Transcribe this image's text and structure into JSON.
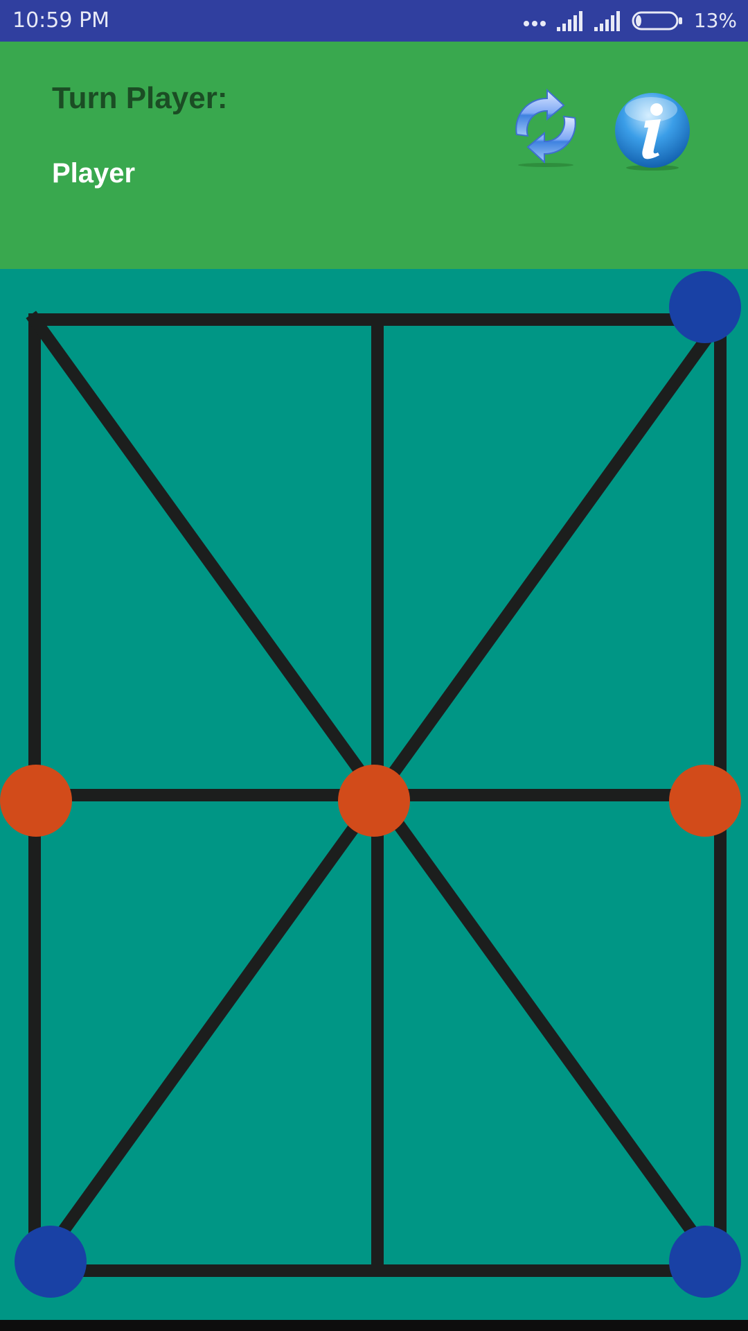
{
  "status_bar": {
    "time": "10:59 PM",
    "dots": "...",
    "battery_text": "13%",
    "battery_level": 0.13,
    "icons": [
      "signal-icon",
      "signal-icon",
      "battery-icon"
    ]
  },
  "header": {
    "turn_label": "Turn Player:",
    "turn_value": "Player",
    "refresh_icon": "refresh-icon",
    "info_icon": "info-icon"
  },
  "colors": {
    "status_bar": "#303F9F",
    "header": "#39A84E",
    "board": "#009685",
    "lines": "#1C1E1D",
    "blue_piece": "#1941A5",
    "orange_piece": "#D24B1A"
  },
  "board": {
    "columns": 3,
    "rows": 3,
    "nodes": [
      {
        "col": 0,
        "row": 0,
        "piece": "none"
      },
      {
        "col": 1,
        "row": 0,
        "piece": "none"
      },
      {
        "col": 2,
        "row": 0,
        "piece": "blue"
      },
      {
        "col": 0,
        "row": 1,
        "piece": "orange"
      },
      {
        "col": 1,
        "row": 1,
        "piece": "orange"
      },
      {
        "col": 2,
        "row": 1,
        "piece": "orange"
      },
      {
        "col": 0,
        "row": 2,
        "piece": "blue"
      },
      {
        "col": 1,
        "row": 2,
        "piece": "none"
      },
      {
        "col": 2,
        "row": 2,
        "piece": "blue"
      }
    ]
  }
}
